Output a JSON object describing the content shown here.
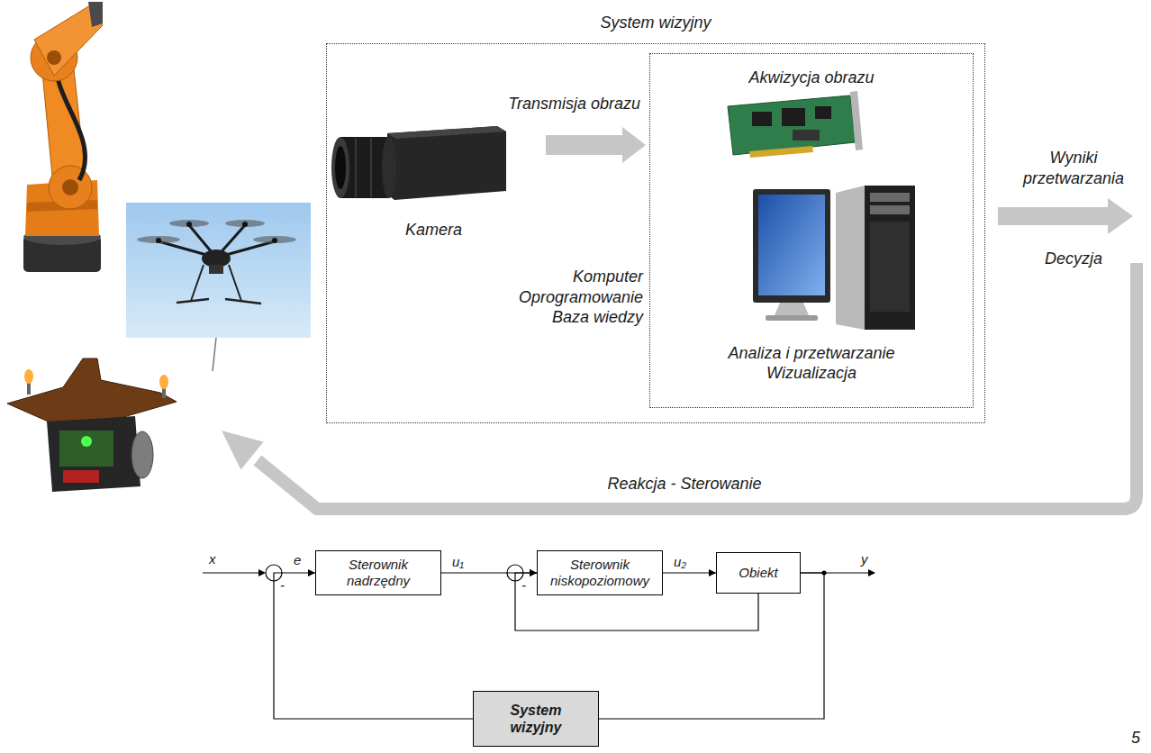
{
  "diagram": {
    "nodes": [
      {
        "text": [
          "System wizyjny"
        ]
      },
      {
        "text": [
          "Kamera"
        ],
        "in": 0
      },
      {
        "text": [
          "Akwizycja obrazu",
          "Analiza i przetwarzanie Wizualizacja"
        ],
        "in": 0
      },
      {
        "text": [
          "Sterownik nadrzędny"
        ]
      },
      {
        "text": [
          "Sterownik niskopoziomowy"
        ]
      },
      {
        "text": [
          "Obiekt"
        ]
      },
      {
        "text": [
          "System wizyjny"
        ]
      }
    ],
    "edges": [
      {
        "from": 1,
        "to": 2,
        "label": "Transmisja obrazu",
        "arrow": "to"
      },
      {
        "from": 3,
        "to": 4,
        "label": "u₁",
        "arrow": "to"
      },
      {
        "from": 4,
        "to": 5,
        "label": "u₂",
        "arrow": "to"
      },
      {
        "from": 5,
        "to": 6,
        "arrow": "none"
      },
      {
        "from": 6,
        "to": 3,
        "arrow": "to"
      },
      {
        "from": 5,
        "to": 4,
        "arrow": "to"
      }
    ],
    "labels": [
      "Komputer Oprogramowanie Baza wiedzy",
      "Wyniki przetwarzania",
      "Decyzja",
      "Reakcja - Sterowanie",
      "x",
      "e",
      "-",
      "-",
      "y",
      "5"
    ]
  }
}
